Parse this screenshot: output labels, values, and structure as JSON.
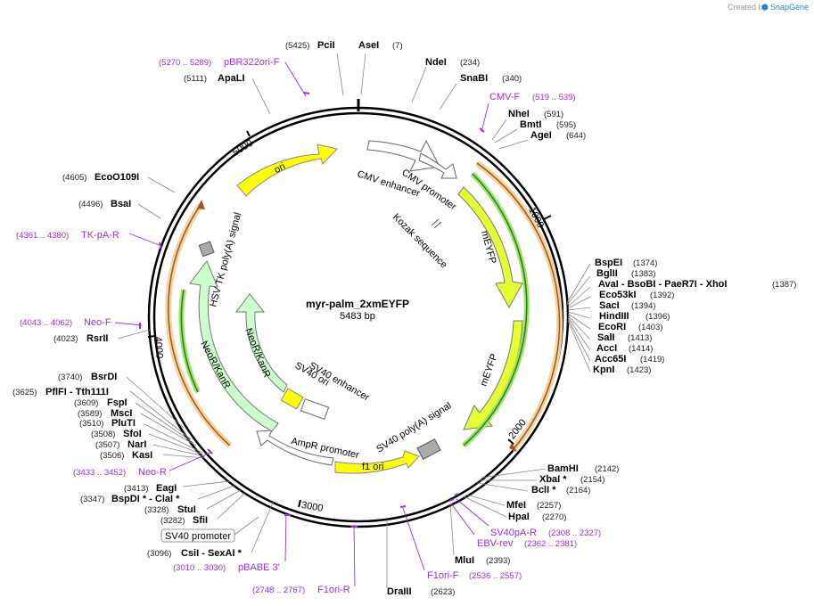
{
  "credit": {
    "text": "Created by",
    "brand": "SnapGene"
  },
  "plasmid": {
    "name": "myr-palm_2xmEYFP",
    "length": "5483 bp"
  },
  "ticks": [
    "1000",
    "2000",
    "3000",
    "4000",
    "5000"
  ],
  "sites": [
    {
      "id": "PciI",
      "pos": "(5425)",
      "name": "PciI"
    },
    {
      "id": "AseI",
      "name": "AseI",
      "pos": "(7)"
    },
    {
      "id": "NdeI",
      "name": "NdeI",
      "pos": "(234)"
    },
    {
      "id": "SnaBI",
      "name": "SnaBI",
      "pos": "(340)"
    },
    {
      "id": "NheI",
      "name": "NheI",
      "pos": "(591)"
    },
    {
      "id": "BmtI",
      "name": "BmtI",
      "pos": "(595)"
    },
    {
      "id": "AgeI",
      "name": "AgeI",
      "pos": "(644)"
    },
    {
      "id": "BspEI",
      "name": "BspEI",
      "pos": "(1374)"
    },
    {
      "id": "BglII",
      "name": "BglII",
      "pos": "(1383)"
    },
    {
      "id": "AvaI",
      "name": "AvaI  - BsoBI  - PaeR7I  - XhoI",
      "pos": "(1387)"
    },
    {
      "id": "Eco53kI",
      "name": "Eco53kI",
      "pos": "(1392)"
    },
    {
      "id": "SacI",
      "name": "SacI",
      "pos": "(1394)"
    },
    {
      "id": "HindIII",
      "name": "HindIII",
      "pos": "(1396)"
    },
    {
      "id": "EcoRI",
      "name": "EcoRI",
      "pos": "(1403)"
    },
    {
      "id": "SalI",
      "name": "SalI",
      "pos": "(1413)"
    },
    {
      "id": "AccI",
      "name": "AccI",
      "pos": "(1414)"
    },
    {
      "id": "Acc65I",
      "name": "Acc65I",
      "pos": "(1419)"
    },
    {
      "id": "KpnI",
      "name": "KpnI",
      "pos": "(1423)"
    },
    {
      "id": "BamHI",
      "name": "BamHI",
      "pos": "(2142)"
    },
    {
      "id": "XbaI",
      "name": "XbaI *",
      "pos": "(2154)"
    },
    {
      "id": "BclI",
      "name": "BclI *",
      "pos": "(2164)"
    },
    {
      "id": "MfeI",
      "name": "MfeI",
      "pos": "(2257)"
    },
    {
      "id": "HpaI",
      "name": "HpaI",
      "pos": "(2270)"
    },
    {
      "id": "MluI",
      "name": "MluI",
      "pos": "(2393)"
    },
    {
      "id": "DraIII",
      "name": "DraIII",
      "pos": "(2623)"
    },
    {
      "id": "CsiI",
      "pos": "(3096)",
      "name": "CsiI  - SexAI *"
    },
    {
      "id": "SfiI",
      "pos": "(3282)",
      "name": "SfiI"
    },
    {
      "id": "StuI",
      "pos": "(3328)",
      "name": "StuI"
    },
    {
      "id": "BspDI",
      "pos": "(3347)",
      "name": "BspDI *  - ClaI *"
    },
    {
      "id": "EagI",
      "pos": "(3413)",
      "name": "EagI"
    },
    {
      "id": "KasI",
      "pos": "(3506)",
      "name": "KasI"
    },
    {
      "id": "NarI",
      "pos": "(3507)",
      "name": "NarI"
    },
    {
      "id": "SfoI",
      "pos": "(3508)",
      "name": "SfoI"
    },
    {
      "id": "PluTI",
      "pos": "(3510)",
      "name": "PluTI"
    },
    {
      "id": "MscI",
      "pos": "(3589)",
      "name": "MscI"
    },
    {
      "id": "FspI",
      "pos": "(3609)",
      "name": "FspI"
    },
    {
      "id": "PflFI",
      "pos": "(3625)",
      "name": "PflFI  - Tth111I"
    },
    {
      "id": "BsrDI",
      "pos": "(3740)",
      "name": "BsrDI"
    },
    {
      "id": "RsrII",
      "pos": "(4023)",
      "name": "RsrII"
    },
    {
      "id": "BsaI",
      "pos": "(4496)",
      "name": "BsaI"
    },
    {
      "id": "EcoO109I",
      "pos": "(4605)",
      "name": "EcoO109I"
    },
    {
      "id": "ApaLI",
      "pos": "(5111)",
      "name": "ApaLI"
    }
  ],
  "primers": [
    {
      "id": "pBR322ori-F",
      "pos": "(5270 .. 5289)",
      "name": "pBR322ori-F"
    },
    {
      "id": "CMV-F",
      "name": "CMV-F",
      "pos": "(519 .. 539)"
    },
    {
      "id": "TK-pA-R",
      "pos": "(4361 .. 4380)",
      "name": "TK-pA-R"
    },
    {
      "id": "Neo-F",
      "pos": "(4043 .. 4062)",
      "name": "Neo-F"
    },
    {
      "id": "Neo-R",
      "pos": "(3433 .. 3452)",
      "name": "Neo-R"
    },
    {
      "id": "pBABE3",
      "pos": "(3010 .. 3030)",
      "name": "pBABE 3'"
    },
    {
      "id": "F1ori-R",
      "pos": "(2748 .. 2767)",
      "name": "F1ori-R"
    },
    {
      "id": "F1ori-F",
      "name": "F1ori-F",
      "pos": "(2536 .. 2557)"
    },
    {
      "id": "EBV-rev",
      "name": "EBV-rev",
      "pos": "(2362 .. 2381)"
    },
    {
      "id": "SV40pA-R",
      "name": "SV40pA-R",
      "pos": "(2308 .. 2327)"
    }
  ],
  "features": {
    "ori": "ori",
    "cmv_enhancer": "CMV enhancer",
    "cmv_promoter": "CMV promoter",
    "kozak": "Kozak sequence",
    "meyfp1": "mEYFP",
    "meyfp2": "mEYFP",
    "sv40_polya": "SV40 poly(A) signal",
    "f1_ori": "f1 ori",
    "ampr_promoter": "AmpR promoter",
    "sv40_ori": "SV40 ori",
    "sv40_enhancer": "SV40 enhancer",
    "neor_kanr_inner": "NeoR/KanR",
    "neor_kanr_outer": "NeoR/KanR",
    "hsv_tk": "HSV TK poly(A) signal",
    "sv40_promoter_box": "SV40 promoter"
  },
  "colors": {
    "ori": "#ffff00",
    "meyfp": "#e5ff33",
    "neor": "#ccffcc",
    "orf_outline": "#f0c070",
    "orf_dark": "#a0522d",
    "green_orf": "#4a9a2a",
    "primer": "#9b30d9",
    "backbone": "#000000"
  }
}
